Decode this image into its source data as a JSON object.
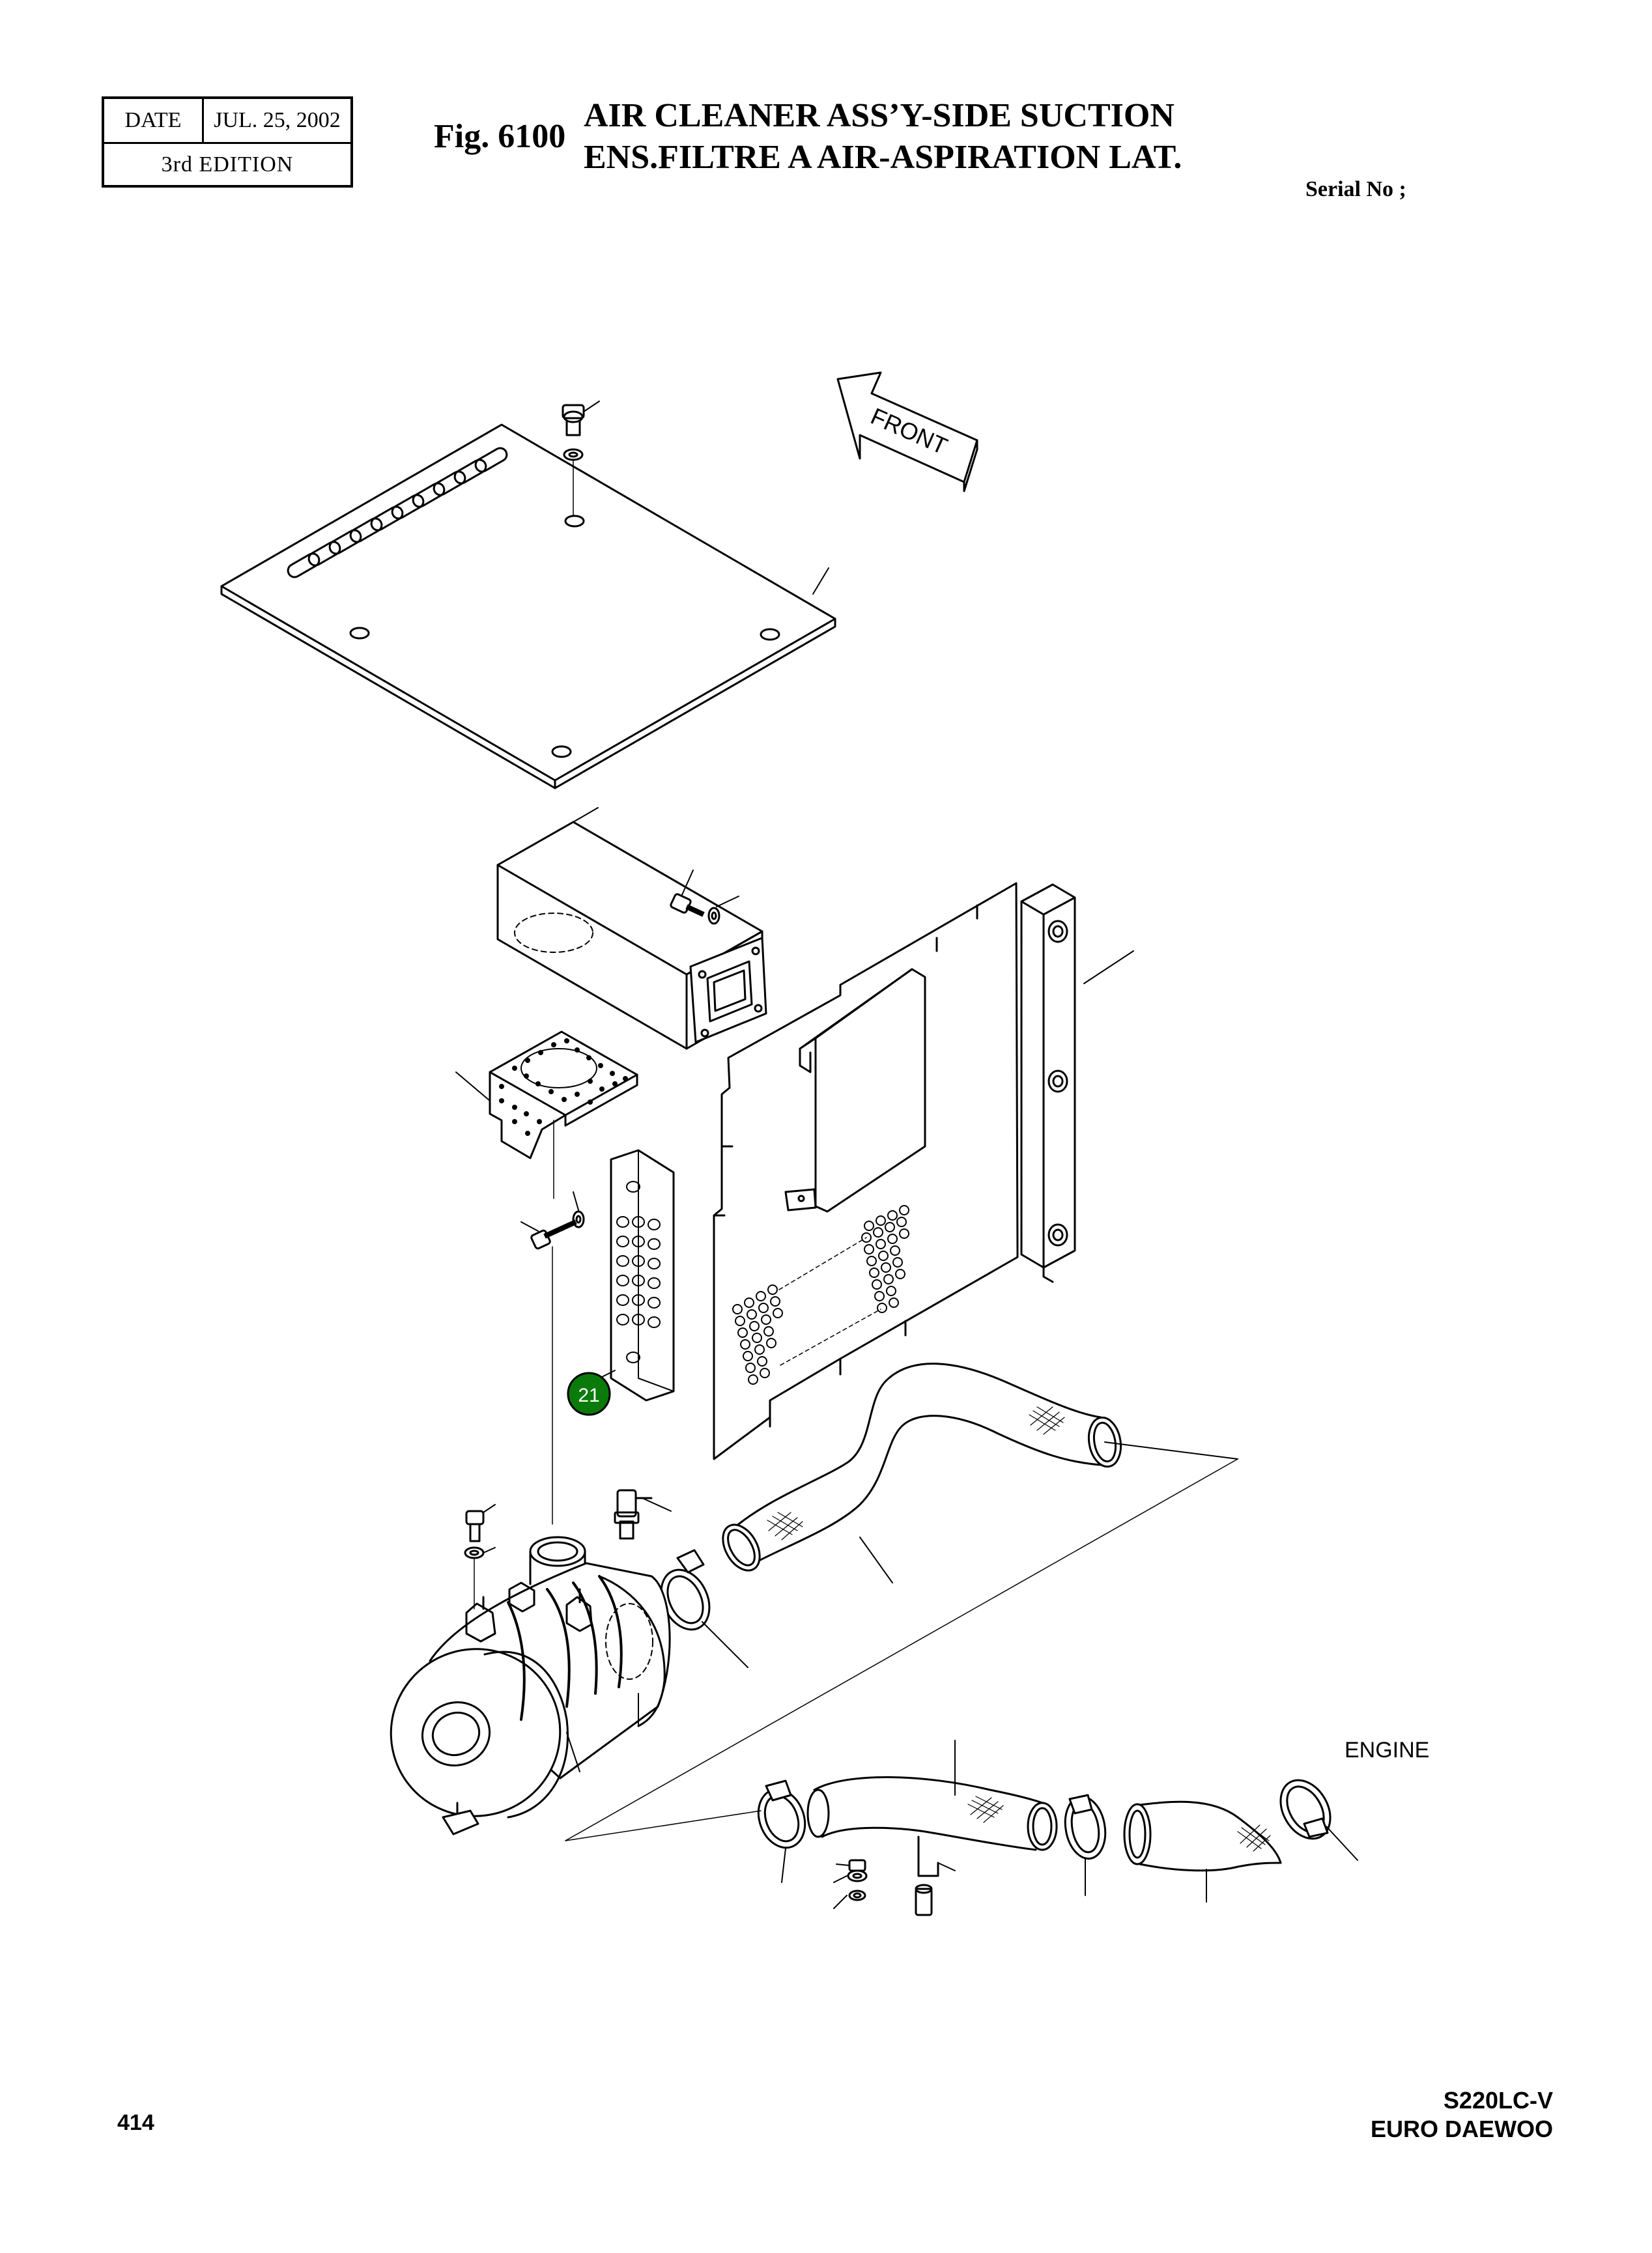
{
  "header": {
    "date_label": "DATE",
    "date_value": "JUL. 25, 2002",
    "edition": "3rd EDITION",
    "figure_number": "Fig. 6100",
    "title_en": "AIR CLEANER ASS’Y-SIDE SUCTION",
    "title_fr": "ENS.FILTRE A AIR-ASPIRATION LAT.",
    "serial_label": "Serial No ;"
  },
  "diagram": {
    "front_arrow_label": "FRONT",
    "engine_label": "ENGINE",
    "callout_21": "21",
    "callout_color": "#0a7a0a",
    "line_color": "#000000"
  },
  "footer": {
    "page_number": "414",
    "model": "S220LC-V",
    "brand": "EURO DAEWOO"
  }
}
